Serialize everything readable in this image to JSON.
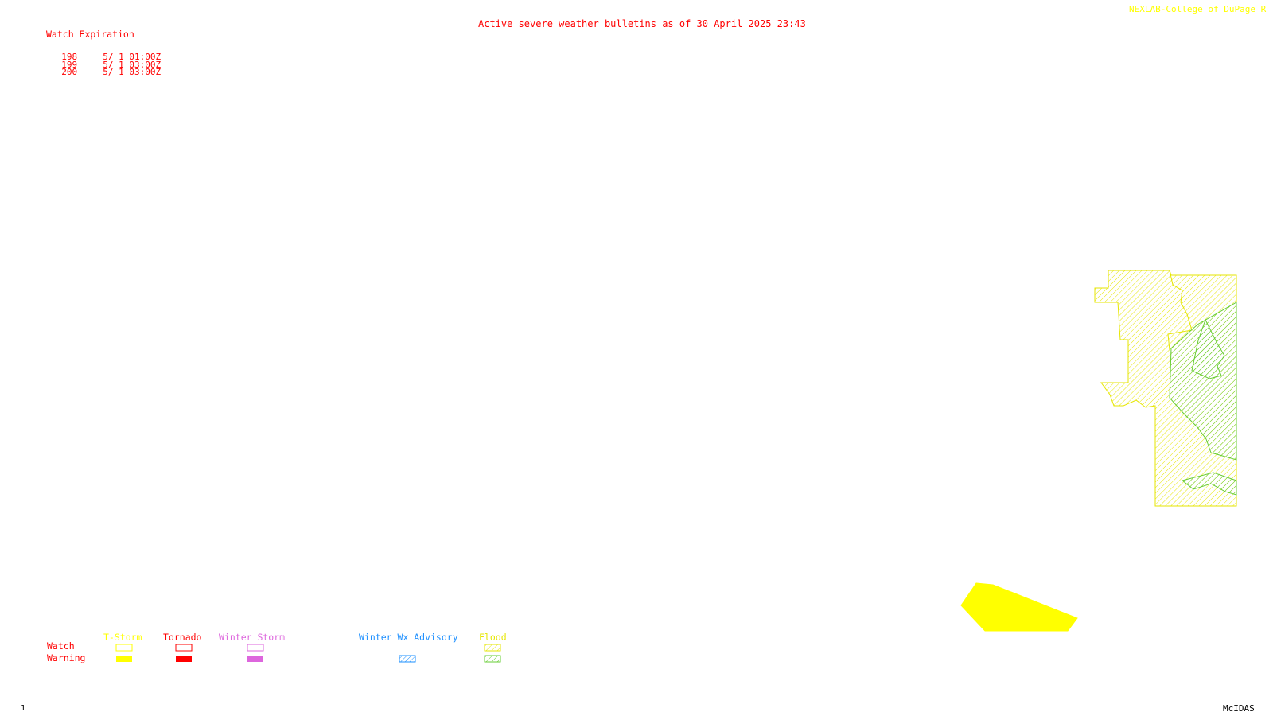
{
  "header": {
    "title": "Active severe weather bulletins as of 30 April 2025 23:43",
    "credit": "NEXLAB-College of DuPage R"
  },
  "watch_table": {
    "header": "Watch Expiration",
    "rows": [
      {
        "number": "198",
        "expiration": "5/ 1 01:00Z"
      },
      {
        "number": "199",
        "expiration": "5/ 1 03:00Z"
      },
      {
        "number": "200",
        "expiration": "5/ 1 03:00Z"
      }
    ]
  },
  "legend": {
    "categories": [
      "T-Storm",
      "Tornado",
      "Winter Storm",
      "Winter Wx Advisory",
      "Flood"
    ],
    "row_labels": [
      "Watch",
      "Warning"
    ]
  },
  "footer": {
    "frame_number": "1",
    "software": "McIDAS"
  },
  "colors": {
    "tstorm": "#ffff00",
    "tornado": "#ff0000",
    "winter_storm": "#dd66dd",
    "winter_advisory": "#1e90ff",
    "flood_watch": "#e6e600",
    "flood_warning": "#66cc33",
    "text": "#ff0000"
  }
}
